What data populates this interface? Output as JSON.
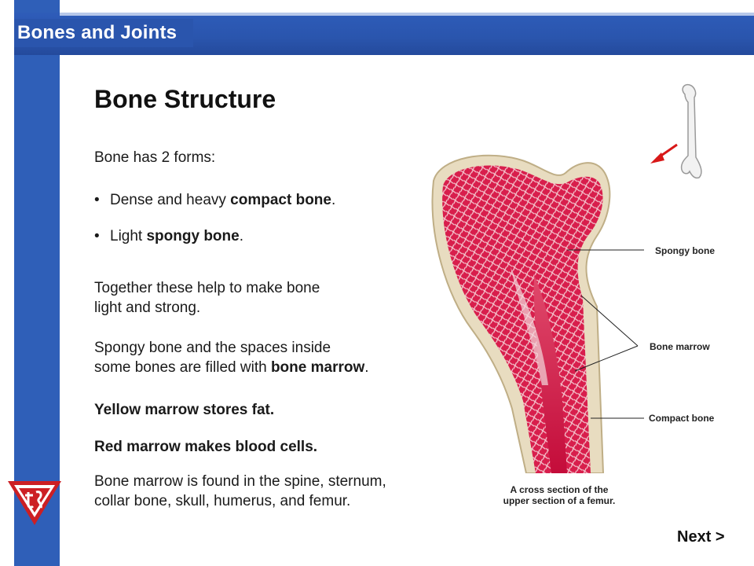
{
  "header": {
    "title": "Bones and Joints"
  },
  "page": {
    "title": "Bone Structure"
  },
  "content": {
    "intro": "Bone has 2 forms:",
    "bullets": [
      {
        "pre": "Dense and heavy ",
        "bold": "compact bone",
        "post": "."
      },
      {
        "pre": "Light ",
        "bold": "spongy bone",
        "post": "."
      }
    ],
    "together_line1": "Together these help to make bone",
    "together_line2": "light and strong.",
    "spongy_line1": "Spongy bone and the spaces inside",
    "spongy_line2_pre": "some bones are filled with ",
    "spongy_line2_bold": "bone marrow",
    "spongy_line2_post": ".",
    "yellow": "Yellow marrow stores fat.",
    "red": "Red marrow makes blood cells.",
    "found_line1": "Bone marrow is found in the spine, sternum,",
    "found_line2": "collar bone, skull, humerus, and femur."
  },
  "diagram": {
    "labels": {
      "spongy": "Spongy bone",
      "marrow": "Bone marrow",
      "compact": "Compact bone"
    },
    "caption_line1": "A cross section of the",
    "caption_line2": "upper section of a femur."
  },
  "nav": {
    "next": "Next >"
  },
  "colors": {
    "brand_blue": "#2f5fb8",
    "logo_red": "#cc1f24",
    "marrow_red": "#c8103c",
    "bone_tan": "#e8dcc0"
  }
}
